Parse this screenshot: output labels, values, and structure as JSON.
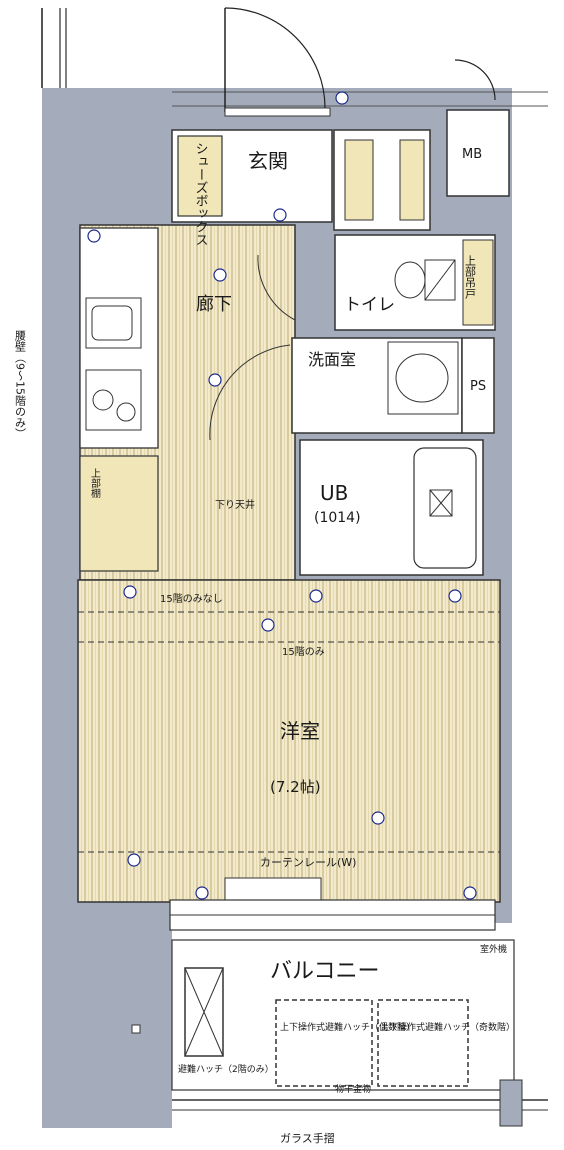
{
  "rooms": {
    "genkan": "玄関",
    "shoes_box": "シューズボックス",
    "corridor": "廊下",
    "toilet": "トイレ",
    "washroom": "洗面室",
    "ps": "PS",
    "mb": "MB",
    "ub": "UB",
    "ub_size": "(1014)",
    "western_room": "洋室",
    "western_room_size": "(7.2帖)",
    "balcony": "バルコニー"
  },
  "notes": {
    "koshikabe": "腰壁（9～15階のみ）",
    "top_shelf": "上部吊戸",
    "pipe_shaft_left": "上部棚",
    "sagari": "下り天井",
    "no_15f": "15階のみなし",
    "only_15f": "15階のみ",
    "curtain_rail": "カーテンレール(W)",
    "hatch_left": "避難ハッチ（2階のみ）",
    "hatch_center": "上下操作式避難ハッチ（偶数階）",
    "hatch_right": "上下操作式避難ハッチ（奇数階）",
    "glass_rail": "ガラス手摺",
    "drain": "物干金物",
    "aircon": "室外機"
  },
  "colors": {
    "wall": "#9ca3b3",
    "floor_wood": "#f2e7c4",
    "floor_stripe": "#c9b98a",
    "tile": "#ffffff",
    "line": "#1b2a8c"
  }
}
